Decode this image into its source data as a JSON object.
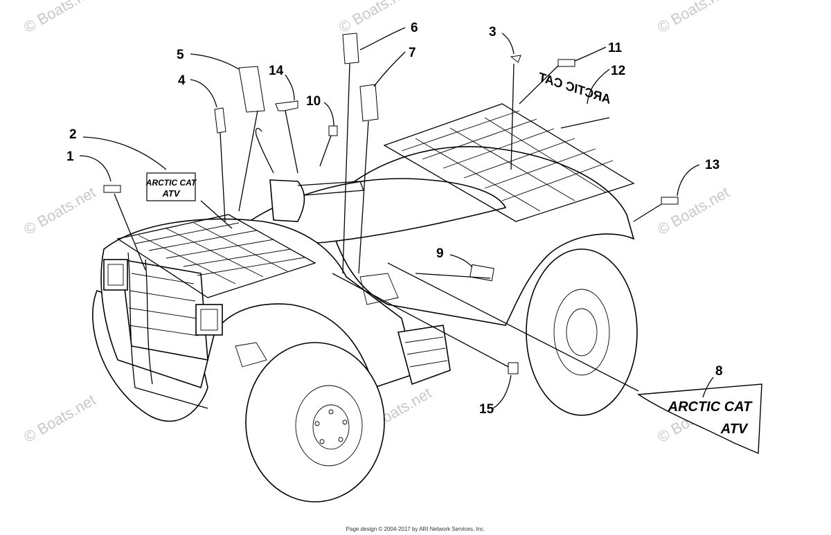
{
  "callouts": [
    "1",
    "2",
    "3",
    "4",
    "5",
    "6",
    "7",
    "8",
    "9",
    "10",
    "11",
    "12",
    "13",
    "14",
    "15"
  ],
  "decals": {
    "front_decal": {
      "line1": "ARCTIC CAT",
      "line2": "ATV"
    },
    "side_decal": {
      "line1": "ARCTIC CAT",
      "line2": "ATV"
    },
    "mirrored_decal": "ARCTIC CAT"
  },
  "watermark": "© Boats.net",
  "footer": "Page design © 2004-2017 by ARI Network Services, Inc."
}
